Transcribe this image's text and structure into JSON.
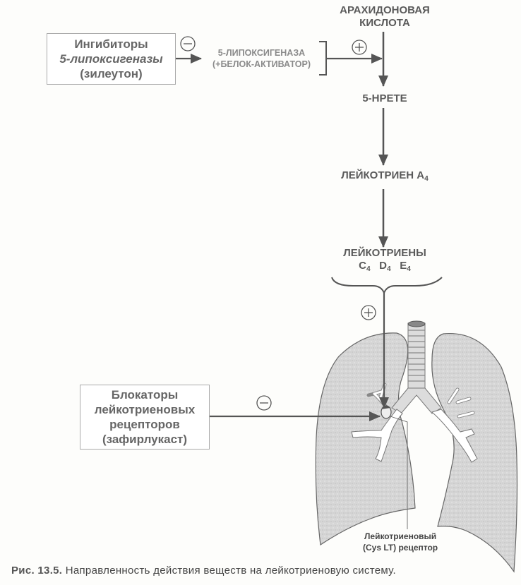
{
  "diagram": {
    "arachidonic_acid": [
      "АРАХИДОНОВАЯ",
      "КИСЛОТА"
    ],
    "hpete": "5-HPETE",
    "leukotriene_a4": {
      "text": "ЛЕЙКОТРИЕН A",
      "sub": "4"
    },
    "leukotrienes": {
      "title": "ЛЕЙКОТРИЕНЫ",
      "items": [
        {
          "letter": "C",
          "sub": "4"
        },
        {
          "letter": "D",
          "sub": "4"
        },
        {
          "letter": "E",
          "sub": "4"
        }
      ]
    },
    "enzyme": [
      "5-ЛИПОКСИГЕНАЗА",
      "(+БЕЛОК-АКТИВАТОР)"
    ],
    "inhibitor_box": [
      "Ингибиторы",
      "5-липоксигеназы",
      "(зилеутон)"
    ],
    "blocker_box": [
      "Блокаторы",
      "лейкотриеновых",
      "рецепторов",
      "(зафирлукаст)"
    ],
    "receptor_label": [
      "Лейкотриеновый",
      "(Cys LT) рецептор"
    ],
    "signs": {
      "inhibitor": "minus",
      "enzyme": "plus",
      "leukotrienes": "plus",
      "blocker": "minus"
    }
  },
  "caption": {
    "figure_number": "Рис. 13.5.",
    "text": "Направленность действия веществ на лейкотриеновую систему."
  }
}
